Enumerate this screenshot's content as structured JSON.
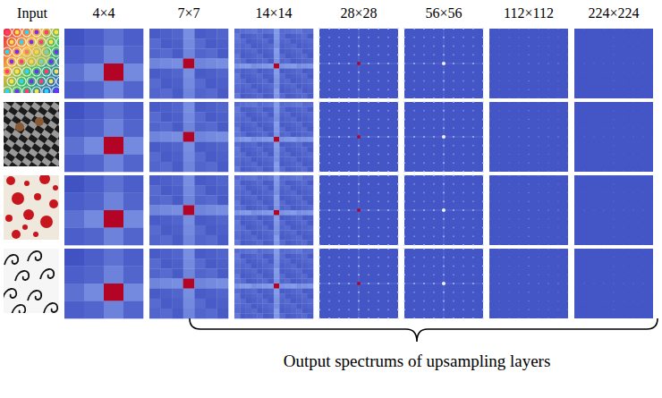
{
  "diagram": {
    "labels": [
      "Input",
      "4×4",
      "7×7",
      "14×14",
      "28×28",
      "56×56",
      "112×112",
      "224×224",
      "Output spectrums of upsampling layers"
    ]
  }
}
